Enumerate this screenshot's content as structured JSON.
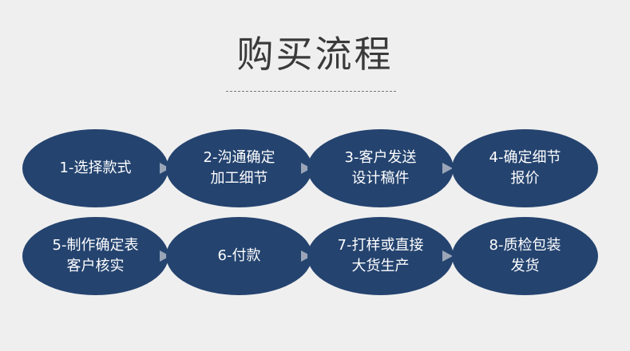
{
  "title": "购买流程",
  "steps": [
    {
      "line1": "1-选择款式",
      "line2": ""
    },
    {
      "line1": "2-沟通确定",
      "line2": "加工细节"
    },
    {
      "line1": "3-客户发送",
      "line2": "设计稿件"
    },
    {
      "line1": "4-确定细节",
      "line2": "报价"
    },
    {
      "line1": "5-制作确定表",
      "line2": "客户核实"
    },
    {
      "line1": "6-付款",
      "line2": ""
    },
    {
      "line1": "7-打样或直接",
      "line2": "大货生产"
    },
    {
      "line1": "8-质检包装",
      "line2": "发货"
    }
  ],
  "colors": {
    "ellipse": "#24436f",
    "arrow": "#9aa6b8",
    "background": "#efefef",
    "title": "#3a3a3a"
  }
}
